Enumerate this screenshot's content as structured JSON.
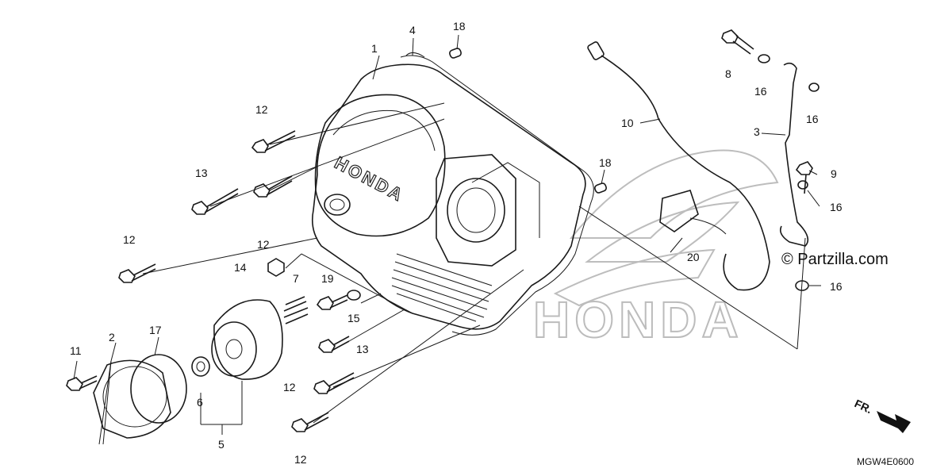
{
  "watermark": {
    "copyright": "© Partzilla.com",
    "brand_logo_text": "HONDA"
  },
  "cover_brand_text": "HONDA",
  "diagram_code": "MGW4E0600",
  "direction_marker": "FR.",
  "callouts": [
    {
      "id": "1",
      "label": "1"
    },
    {
      "id": "2",
      "label": "2"
    },
    {
      "id": "3",
      "label": "3"
    },
    {
      "id": "4",
      "label": "4"
    },
    {
      "id": "5",
      "label": "5"
    },
    {
      "id": "6",
      "label": "6"
    },
    {
      "id": "7",
      "label": "7"
    },
    {
      "id": "8",
      "label": "8"
    },
    {
      "id": "9",
      "label": "9"
    },
    {
      "id": "10",
      "label": "10"
    },
    {
      "id": "11",
      "label": "11"
    },
    {
      "id": "12a",
      "label": "12"
    },
    {
      "id": "12b",
      "label": "12"
    },
    {
      "id": "12c",
      "label": "12"
    },
    {
      "id": "12d",
      "label": "12"
    },
    {
      "id": "12e",
      "label": "12"
    },
    {
      "id": "13a",
      "label": "13"
    },
    {
      "id": "13b",
      "label": "13"
    },
    {
      "id": "14",
      "label": "14"
    },
    {
      "id": "15",
      "label": "15"
    },
    {
      "id": "16a",
      "label": "16"
    },
    {
      "id": "16b",
      "label": "16"
    },
    {
      "id": "16c",
      "label": "16"
    },
    {
      "id": "16d",
      "label": "16"
    },
    {
      "id": "17",
      "label": "17"
    },
    {
      "id": "18a",
      "label": "18"
    },
    {
      "id": "18b",
      "label": "18"
    },
    {
      "id": "19",
      "label": "19"
    },
    {
      "id": "20",
      "label": "20"
    }
  ]
}
